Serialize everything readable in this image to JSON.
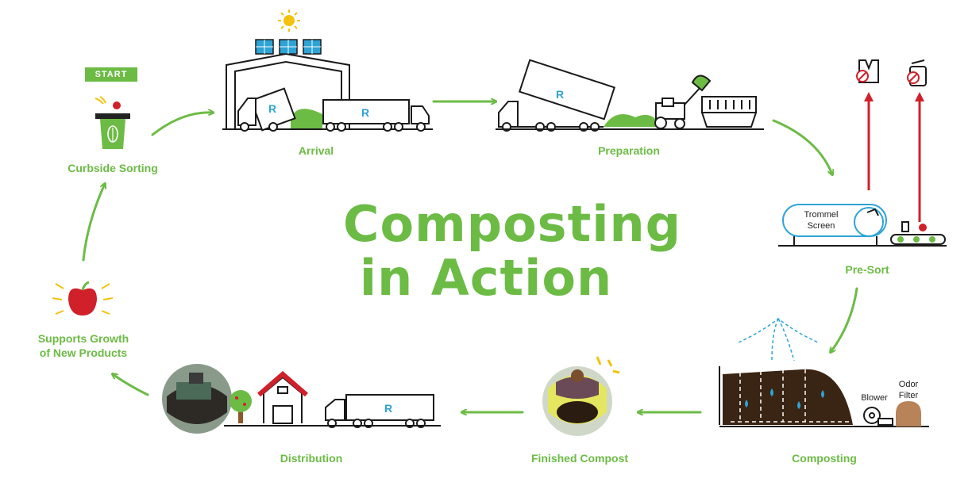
{
  "title": {
    "line1": "Composting",
    "line2": "in Action"
  },
  "start_badge": "START",
  "stages": {
    "curbside": "Curbside Sorting",
    "arrival": "Arrival",
    "preparation": "Preparation",
    "presort": "Pre-Sort",
    "composting": "Composting",
    "finished": "Finished Compost",
    "distribution": "Distribution",
    "growth_line1": "Supports Growth",
    "growth_line2": "of New Products"
  },
  "equipment": {
    "trommel_line1": "Trommel",
    "trommel_line2": "Screen",
    "blower": "Blower",
    "odor_line1": "Odor",
    "odor_line2": "Filter"
  },
  "colors": {
    "green": "#6cbb45",
    "red": "#d0202a",
    "blue": "#2ea3d5",
    "brown": "#3a2413",
    "black": "#1a1a1a"
  }
}
